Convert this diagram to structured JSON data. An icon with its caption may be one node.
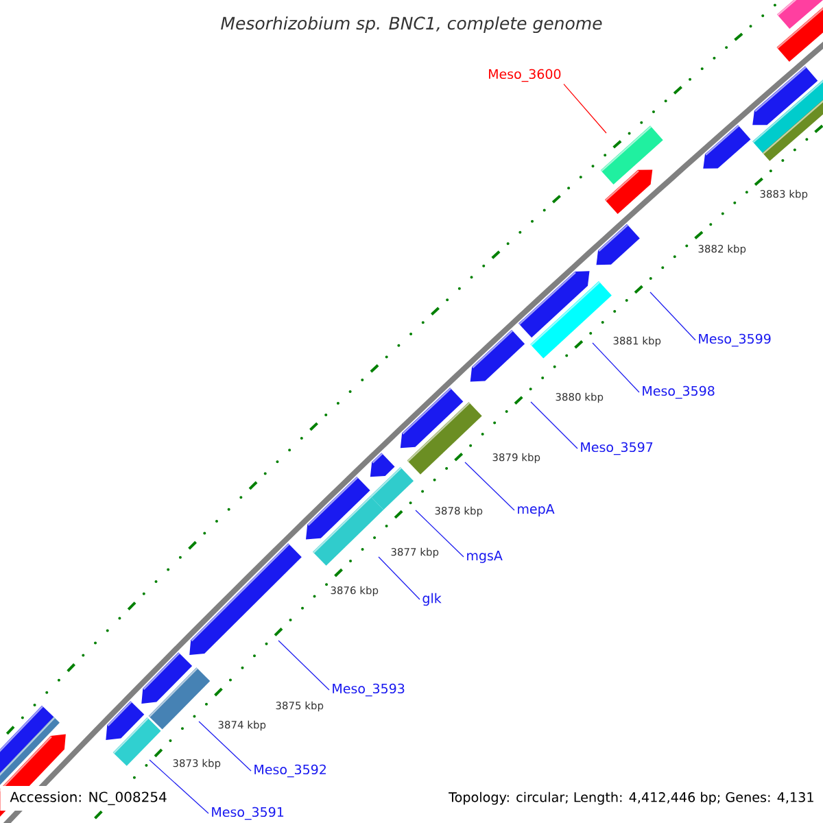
{
  "diagram": {
    "title": "Mesorhizobium sp. BNC1, complete genome",
    "nodes": [
      {
        "text": [
          "Meso_3600"
        ]
      },
      {
        "text": [
          "Meso_3599"
        ]
      },
      {
        "text": [
          "Meso_3598"
        ]
      },
      {
        "text": [
          "Meso_3597"
        ]
      },
      {
        "text": [
          "mepA"
        ]
      },
      {
        "text": [
          "mgsA"
        ]
      },
      {
        "text": [
          "glk"
        ]
      },
      {
        "text": [
          "Meso_3593"
        ]
      },
      {
        "text": [
          "Meso_3592"
        ]
      },
      {
        "text": [
          "Meso_3591"
        ]
      }
    ],
    "edges": [
      {
        "from": 0,
        "to": null,
        "arrow": "none",
        "color": "#ff0000"
      },
      {
        "from": 1,
        "to": null,
        "arrow": "none"
      },
      {
        "from": 2,
        "to": null,
        "arrow": "none"
      },
      {
        "from": 3,
        "to": null,
        "arrow": "none"
      },
      {
        "from": 4,
        "to": null,
        "arrow": "none"
      },
      {
        "from": 5,
        "to": null,
        "arrow": "none"
      },
      {
        "from": 6,
        "to": null,
        "arrow": "none"
      },
      {
        "from": 7,
        "to": null,
        "arrow": "none"
      },
      {
        "from": 8,
        "to": null,
        "arrow": "none"
      },
      {
        "from": 9,
        "to": null,
        "arrow": "none"
      }
    ],
    "labels": [
      "3883 kbp",
      "3882 kbp",
      "3881 kbp",
      "3880 kbp",
      "3879 kbp",
      "3878 kbp",
      "3877 kbp",
      "3876 kbp",
      "3875 kbp",
      "3874 kbp",
      "3873 kbp",
      "Accession: NC_008254",
      "Topology: circular; Length: 4,412,446 bp; Genes: 4,131"
    ]
  }
}
